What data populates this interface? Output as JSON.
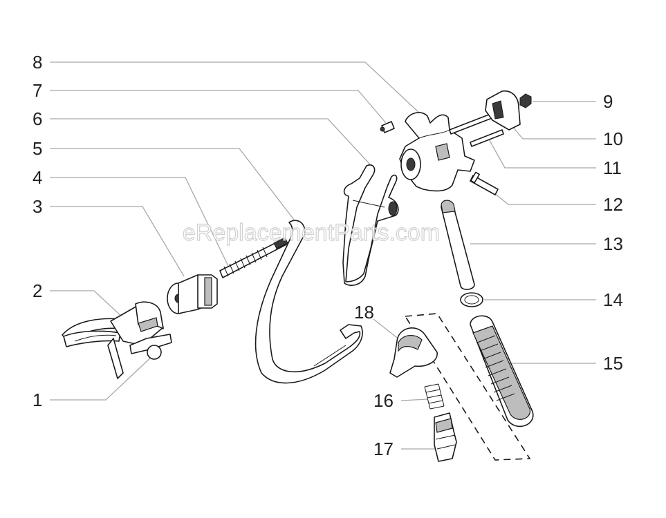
{
  "watermark": "eReplacementParts.com",
  "callouts": [
    "1",
    "2",
    "3",
    "4",
    "5",
    "6",
    "7",
    "8",
    "9",
    "10",
    "11",
    "12",
    "13",
    "14",
    "15",
    "16",
    "17",
    "18"
  ]
}
